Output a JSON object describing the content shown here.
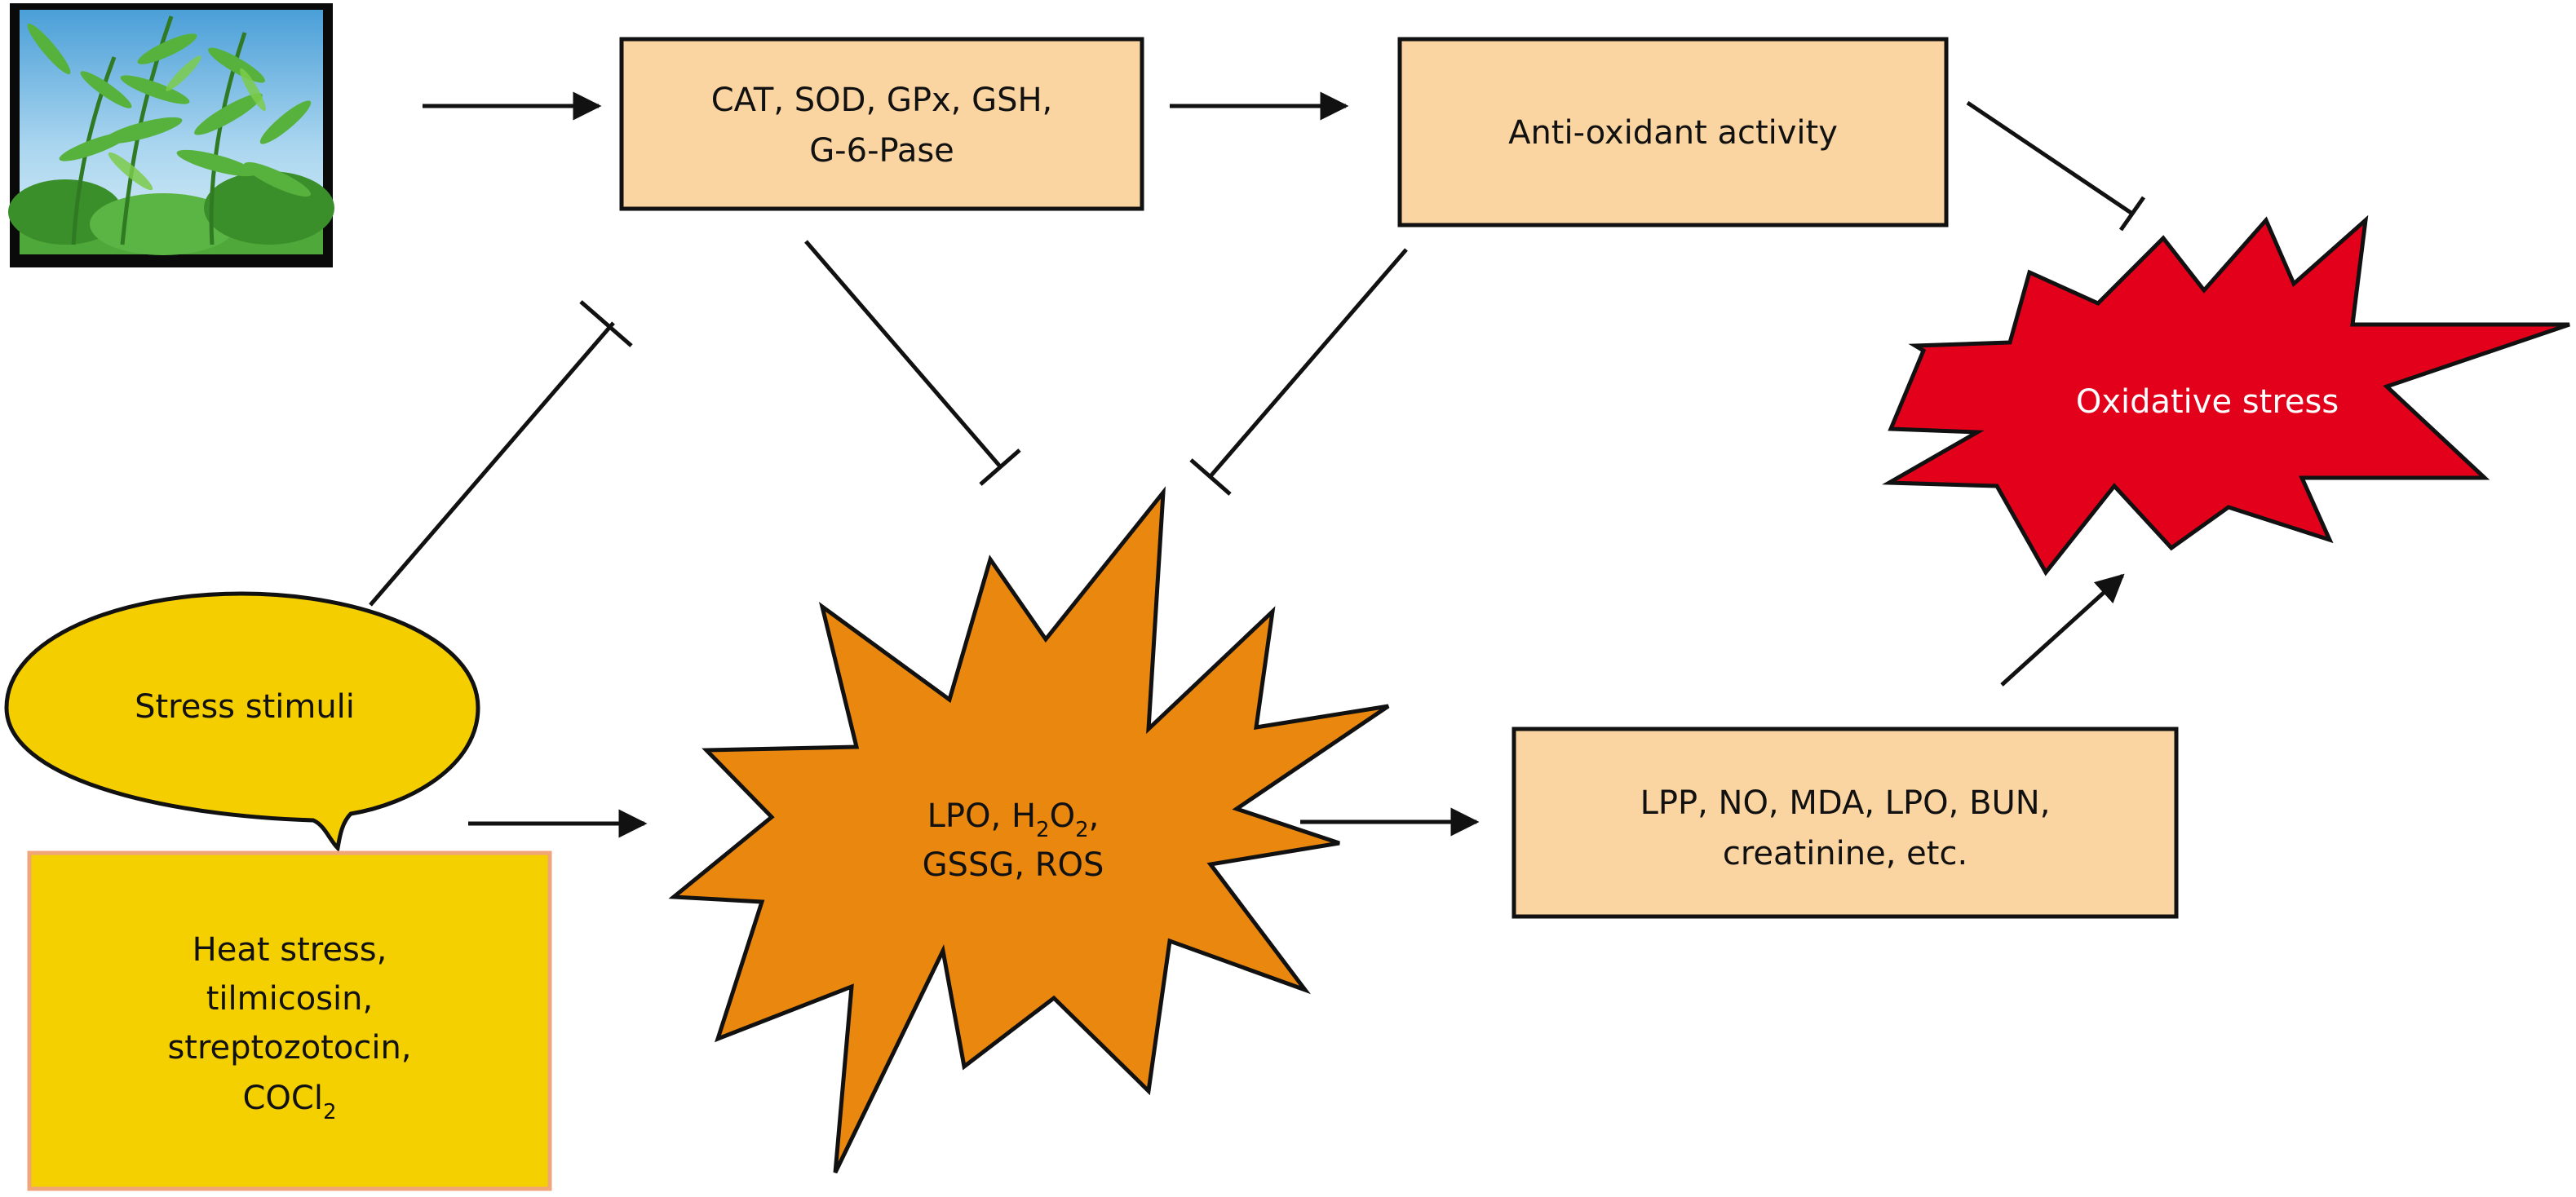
{
  "colors": {
    "box_fill": "#fbd5a1",
    "box_stroke": "#111111",
    "stimuli_fill": "#f5ce00",
    "inducers_fill": "#f5d000",
    "inducers_stroke": "#f0a67a",
    "ros_burst_fill": "#ea870e",
    "oxidative_burst_fill": "#e3001b",
    "line": "#111111"
  },
  "plant_image": {
    "icon": "plant-photo-icon"
  },
  "enzymes_box": {
    "line1": "CAT, SOD, GPx, GSH,",
    "line2": "G-6-Pase"
  },
  "antioxidant_box": {
    "label": "Anti-oxidant activity"
  },
  "oxidative_stress": {
    "label": "Oxidative stress"
  },
  "stress_stimuli": {
    "label": "Stress stimuli"
  },
  "inducers_box": {
    "line1": "Heat stress,",
    "line2": "tilmicosin,",
    "line3": "streptozotocin,",
    "line4_main": "COCl",
    "line4_sub": "2"
  },
  "ros_burst": {
    "lpo": "LPO, H",
    "sub1": "2",
    "o": "O",
    "sub2": "2",
    "comma": ",",
    "line2": "GSSG, ROS"
  },
  "markers_box": {
    "line1": "LPP, NO, MDA, LPO, BUN,",
    "line2": "creatinine, etc."
  }
}
